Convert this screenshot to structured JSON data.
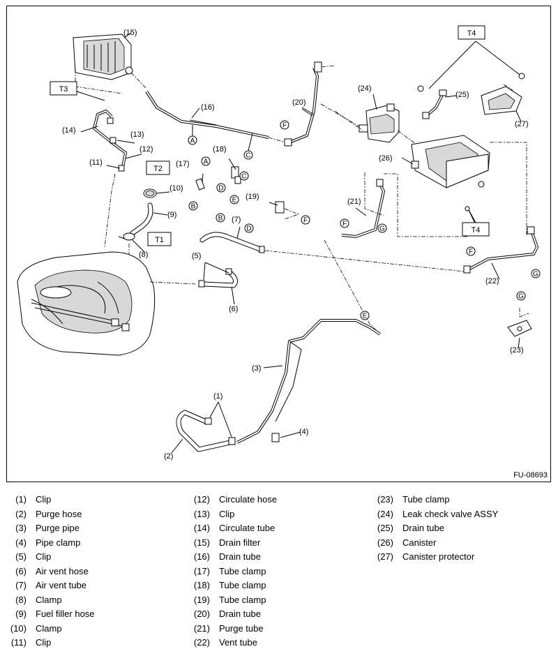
{
  "diagram": {
    "figure_code": "FU-08693",
    "callouts": [
      "(1)",
      "(2)",
      "(3)",
      "(4)",
      "(5)",
      "(6)",
      "(7)",
      "(8)",
      "(9)",
      "(10)",
      "(11)",
      "(12)",
      "(13)",
      "(14)",
      "(15)",
      "(16)",
      "(17)",
      "(18)",
      "(19)",
      "(20)",
      "(21)",
      "(22)",
      "(23)",
      "(24)",
      "(25)",
      "(26)",
      "(27)"
    ],
    "torque_labels": {
      "t1": "T1",
      "t2": "T2",
      "t3": "T3",
      "t4": "T4"
    },
    "connector_letters": {
      "a": "A",
      "b": "B",
      "c": "C",
      "d": "D",
      "e": "E",
      "f": "F",
      "g": "G"
    }
  },
  "legend": {
    "columns": [
      [
        {
          "num": "(1)",
          "name": "Clip"
        },
        {
          "num": "(2)",
          "name": "Purge hose"
        },
        {
          "num": "(3)",
          "name": "Purge pipe"
        },
        {
          "num": "(4)",
          "name": "Pipe clamp"
        },
        {
          "num": "(5)",
          "name": "Clip"
        },
        {
          "num": "(6)",
          "name": "Air vent hose"
        },
        {
          "num": "(7)",
          "name": "Air vent tube"
        },
        {
          "num": "(8)",
          "name": "Clamp"
        },
        {
          "num": "(9)",
          "name": "Fuel filler hose"
        },
        {
          "num": "(10)",
          "name": "Clamp"
        },
        {
          "num": "(11)",
          "name": "Clip"
        }
      ],
      [
        {
          "num": "(12)",
          "name": "Circulate hose"
        },
        {
          "num": "(13)",
          "name": "Clip"
        },
        {
          "num": "(14)",
          "name": "Circulate tube"
        },
        {
          "num": "(15)",
          "name": "Drain filter"
        },
        {
          "num": "(16)",
          "name": "Drain tube"
        },
        {
          "num": "(17)",
          "name": "Tube clamp"
        },
        {
          "num": "(18)",
          "name": "Tube clamp"
        },
        {
          "num": "(19)",
          "name": "Tube clamp"
        },
        {
          "num": "(20)",
          "name": "Drain tube"
        },
        {
          "num": "(21)",
          "name": "Purge tube"
        },
        {
          "num": "(22)",
          "name": "Vent tube"
        }
      ],
      [
        {
          "num": "(23)",
          "name": "Tube clamp"
        },
        {
          "num": "(24)",
          "name": "Leak check valve ASSY"
        },
        {
          "num": "(25)",
          "name": "Drain tube"
        },
        {
          "num": "(26)",
          "name": "Canister"
        },
        {
          "num": "(27)",
          "name": "Canister protector"
        }
      ]
    ]
  }
}
